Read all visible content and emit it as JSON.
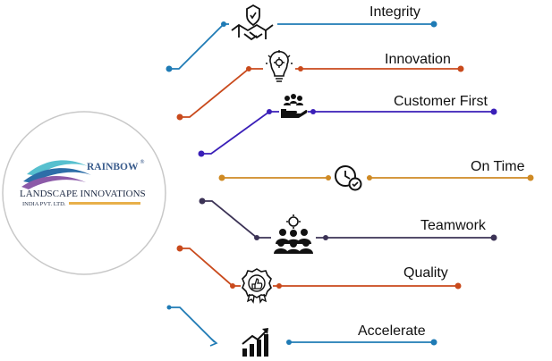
{
  "logo": {
    "brand": "RAINBOW",
    "line1": "LANDSCAPE INNOVATIONS",
    "line2": "INDIA PVT. LTD.",
    "registered": "®",
    "brand_color": "#3a5c8c",
    "swoosh_colors": [
      "#57c0cf",
      "#2d6ea8",
      "#8c5aa8"
    ]
  },
  "values": [
    {
      "label": "Integrity",
      "icon": "handshake-shield-icon",
      "color": "#1f7bb5"
    },
    {
      "label": "Innovation",
      "icon": "lightbulb-gear-icon",
      "color": "#c94a1c"
    },
    {
      "label": "Customer First",
      "icon": "customer-group-hand-icon",
      "color": "#3a1fb8"
    },
    {
      "label": "On Time",
      "icon": "clock-check-icon",
      "color": "#cf8a24"
    },
    {
      "label": "Teamwork",
      "icon": "team-group-icon",
      "color": "#3c3356"
    },
    {
      "label": "Quality",
      "icon": "quality-badge-icon",
      "color": "#c94a1c"
    },
    {
      "label": "Accelerate",
      "icon": "growth-chart-icon",
      "color": "#1f7bb5"
    }
  ]
}
